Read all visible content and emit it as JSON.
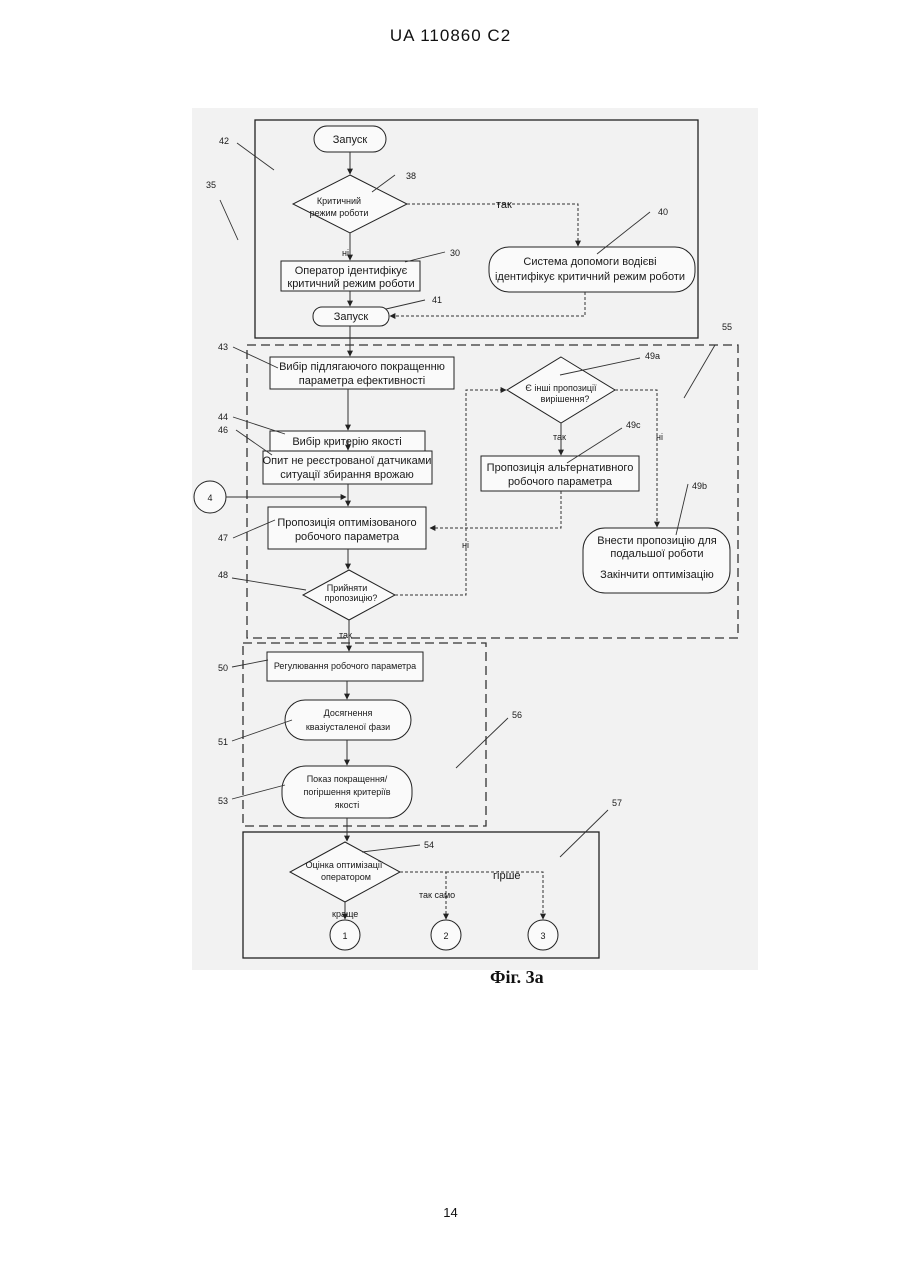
{
  "header": {
    "patent_id": "UA   110860   C2"
  },
  "page_number": "14",
  "figure_caption": "Фіг. 3a",
  "blocks": {
    "b42": "42",
    "b35": "35",
    "b55": "55",
    "b56": "56",
    "b57": "57"
  },
  "refs": {
    "r38": "38",
    "r40": "40",
    "r30": "30",
    "r41": "41",
    "r43": "43",
    "r44": "44",
    "r46": "46",
    "r4": "4",
    "r47": "47",
    "r48": "48",
    "r49a": "49a",
    "r49c": "49c",
    "r49b": "49b",
    "r50": "50",
    "r51": "51",
    "r53": "53",
    "r54": "54"
  },
  "nodes": {
    "start1": "Запуск",
    "critical": [
      "Критичний",
      "режим роботи"
    ],
    "assist": [
      "Система допомоги водієві",
      "ідентифікує критичний режим роботи"
    ],
    "operator": [
      "Оператор ідентифікує",
      "критичний режим роботи"
    ],
    "start2": "Запуск",
    "select_param": [
      "Вибір підлягаючого покращенню",
      "параметра ефективності"
    ],
    "select_crit": "Вибір критерію якості",
    "experience": [
      "Опит не реєстрованої датчиками",
      "ситуації збирання врожаю"
    ],
    "propose_opt": [
      "Пропозиція оптимізованого",
      "робочого параметра"
    ],
    "accept": [
      "Прийняти",
      "пропозицію?"
    ],
    "other_solutions": [
      "Є інші пропозиції",
      "вирішення?"
    ],
    "alt_param": [
      "Пропозиція альтернативного",
      "робочого параметра"
    ],
    "enter_prop": [
      "Внести пропозицію для",
      "подальшої роботи",
      "Закінчити оптимізацію"
    ],
    "adjust": "Регулювання робочого параметра",
    "quasi": [
      "Досягнення",
      "квазіусталеної фази"
    ],
    "display": [
      "Показ покращення/",
      "погіршення критеріїв",
      "якості"
    ],
    "evaluate": [
      "Оцінка оптимізації",
      "оператором"
    ],
    "c1": "1",
    "c2": "2",
    "c3": "3"
  },
  "edge_labels": {
    "yes1": "так",
    "no1": "ні",
    "yes2": "так",
    "no2": "ні",
    "no3": "ні",
    "yes3": "так",
    "better": "краще",
    "same": "так само",
    "worse": "гірше"
  }
}
